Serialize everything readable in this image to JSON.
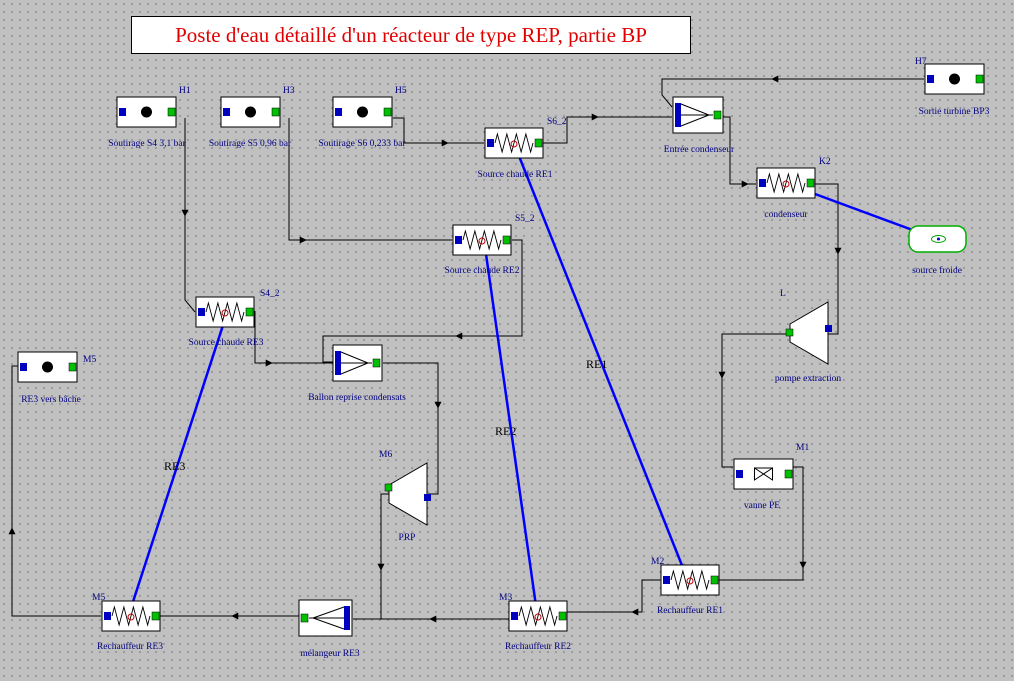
{
  "title": "Poste d'eau détaillé d'un réacteur de type REP, partie BP",
  "components": [
    {
      "id": "H1",
      "tag": "H1",
      "label": "Soutirage S4 3,1 bar",
      "type": "source"
    },
    {
      "id": "H3",
      "tag": "H3",
      "label": "Soutirage S5 0,96 bar",
      "type": "source"
    },
    {
      "id": "H5",
      "tag": "H5",
      "label": "Soutirage S6 0,233 bar",
      "type": "source"
    },
    {
      "id": "H7",
      "tag": "H7",
      "label": "Sortie turbine BP3",
      "type": "source"
    },
    {
      "id": "M5",
      "tag": "M5",
      "label": "RE3 vers bâche",
      "type": "source"
    },
    {
      "id": "S6_2",
      "tag": "S6_2",
      "label": "Source chaude RE1",
      "type": "exchanger"
    },
    {
      "id": "S5_2",
      "tag": "S5_2",
      "label": "Source chaude RE2",
      "type": "exchanger"
    },
    {
      "id": "S4_2",
      "tag": "S4_2",
      "label": "Source chaude RE3",
      "type": "exchanger"
    },
    {
      "id": "K2",
      "tag": "K2",
      "label": "condenseur",
      "type": "exchanger"
    },
    {
      "id": "EC",
      "tag": "",
      "label": "Entrée condenseur",
      "type": "collector"
    },
    {
      "id": "BRC",
      "tag": "",
      "label": "Ballon reprise condensats",
      "type": "collector"
    },
    {
      "id": "SF",
      "tag": "",
      "label": "source froide",
      "type": "coldsource"
    },
    {
      "id": "L",
      "tag": "L",
      "label": "pompe extraction",
      "type": "pump"
    },
    {
      "id": "M6",
      "tag": "M6",
      "label": "PRP",
      "type": "pump"
    },
    {
      "id": "M1",
      "tag": "M1",
      "label": "vanne PE",
      "type": "valve"
    },
    {
      "id": "M2",
      "tag": "M2",
      "label": "Rechauffeur RE1",
      "type": "exchanger"
    },
    {
      "id": "M3",
      "tag": "M3",
      "label": "Rechauffeur RE2",
      "type": "exchanger"
    },
    {
      "id": "M5b",
      "tag": "M5",
      "label": "Rechauffeur RE3",
      "type": "exchanger"
    },
    {
      "id": "MIX",
      "tag": "",
      "label": "mélangeur RE3",
      "type": "mixer"
    }
  ],
  "couplings": [
    {
      "label": "RE1",
      "from": "S6_2",
      "to": "M2"
    },
    {
      "label": "RE2",
      "from": "S5_2",
      "to": "M3"
    },
    {
      "label": "RE3",
      "from": "S4_2",
      "to": "M5b"
    },
    {
      "label": "",
      "from": "K2",
      "to": "SF"
    }
  ],
  "colors": {
    "title": "#e00000",
    "label": "#000080",
    "coupling": "#0000ff",
    "port_in": "#0000c0",
    "port_out": "#00c000",
    "flow": "#000000"
  }
}
